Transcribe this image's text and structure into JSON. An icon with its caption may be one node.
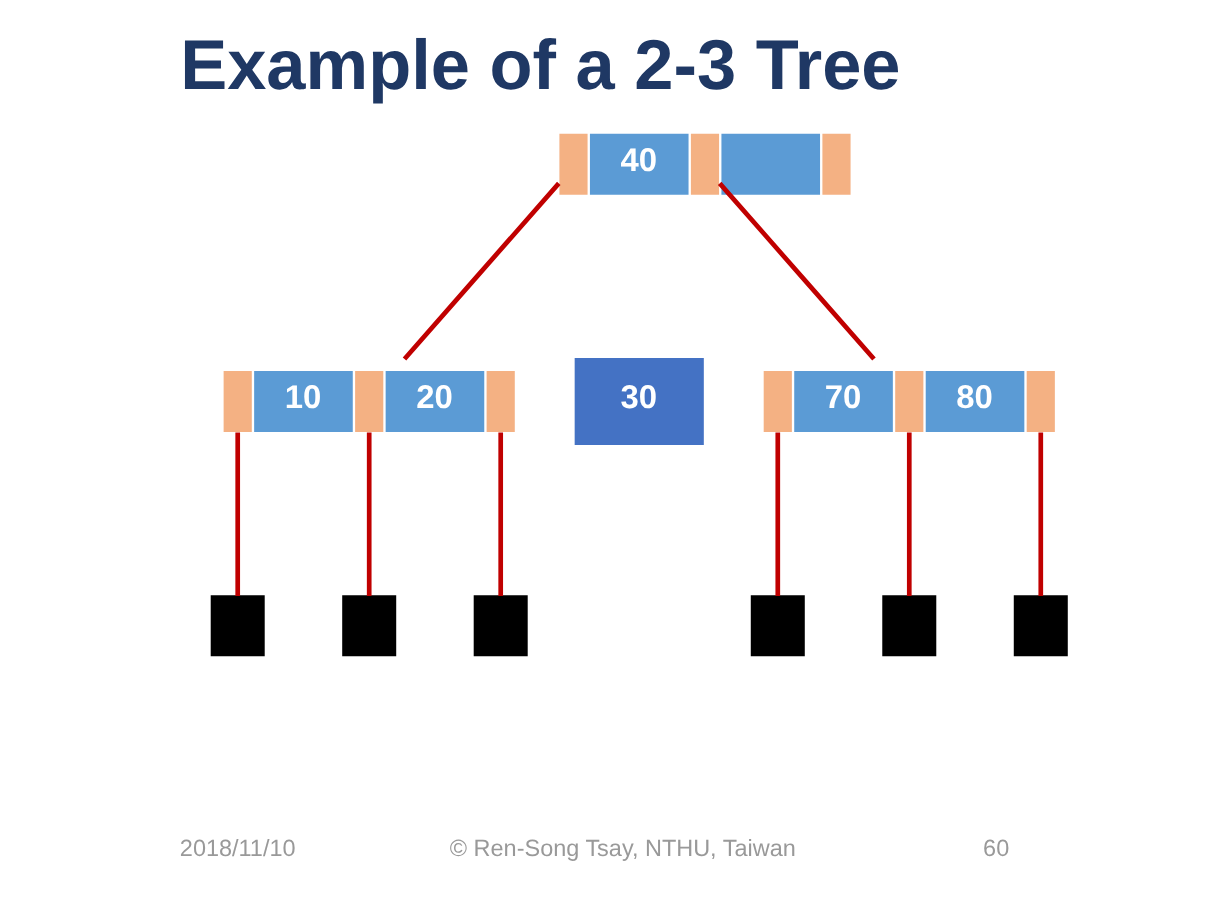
{
  "diagram": {
    "title": "Example of a 2-3 Tree",
    "nodes": [
      {
        "text": [
          "40"
        ]
      },
      {
        "text": [
          "30"
        ]
      },
      {
        "text": [
          "10",
          "20"
        ]
      },
      {
        "text": [
          "70",
          "80"
        ]
      },
      {
        "text": [],
        "shape": "box"
      },
      {
        "text": [],
        "shape": "box"
      },
      {
        "text": [],
        "shape": "box"
      },
      {
        "text": [],
        "shape": "box"
      },
      {
        "text": [],
        "shape": "box"
      },
      {
        "text": [],
        "shape": "box"
      }
    ],
    "edges": [
      {
        "from": 0,
        "to": 2,
        "arrow": "none"
      },
      {
        "from": 0,
        "to": 3,
        "arrow": "none"
      },
      {
        "from": 2,
        "to": 4,
        "arrow": "none"
      },
      {
        "from": 2,
        "to": 5,
        "arrow": "none"
      },
      {
        "from": 2,
        "to": 6,
        "arrow": "none"
      },
      {
        "from": 3,
        "to": 7,
        "arrow": "none"
      },
      {
        "from": 3,
        "to": 8,
        "arrow": "none"
      },
      {
        "from": 3,
        "to": 9,
        "arrow": "none"
      }
    ],
    "labels": [
      "2018/11/10",
      "© Ren-Song Tsay, NTHU, Taiwan",
      "60"
    ]
  }
}
